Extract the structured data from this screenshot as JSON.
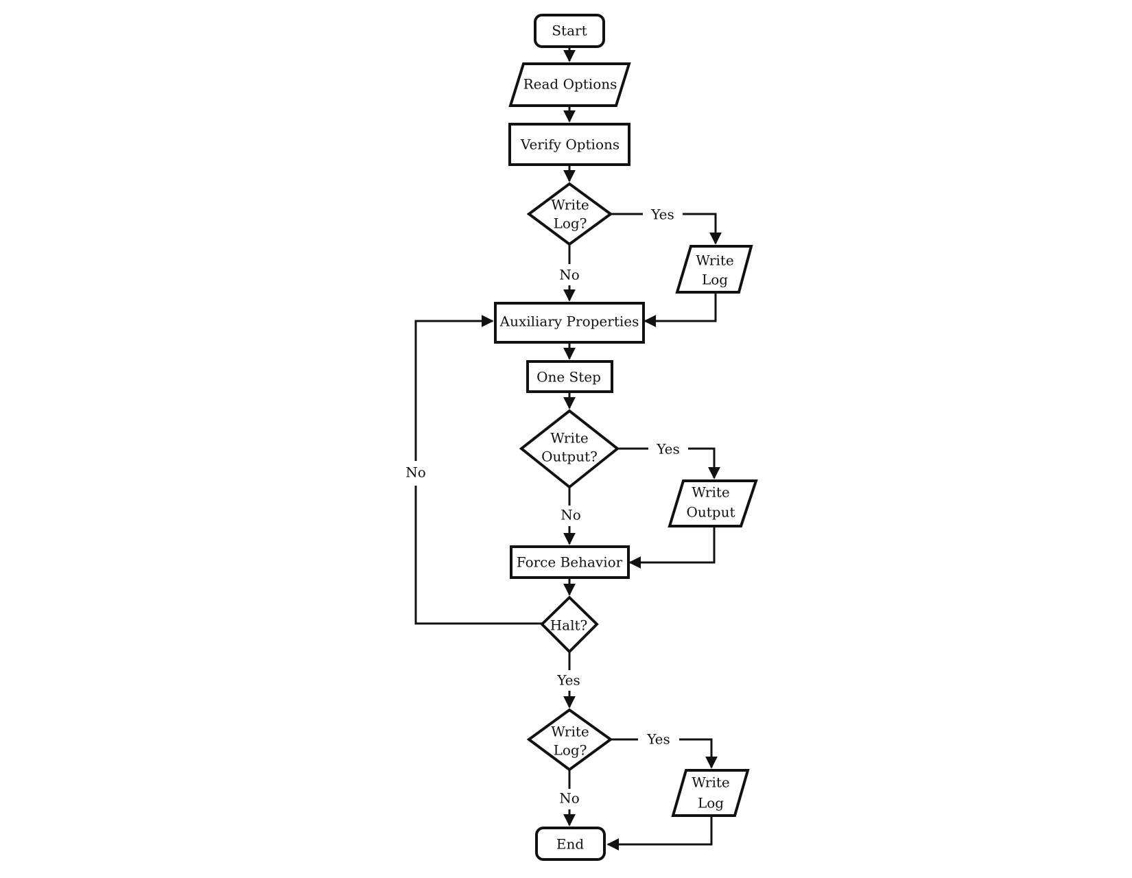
{
  "nodes": {
    "start": "Start",
    "read_options": "Read Options",
    "verify_options": "Verify Options",
    "write_log_q1": [
      "Write",
      "Log?"
    ],
    "write_log_1": [
      "Write",
      "Log"
    ],
    "auxiliary_properties": "Auxiliary Properties",
    "one_step": "One Step",
    "write_output_q": [
      "Write",
      "Output?"
    ],
    "write_output": [
      "Write",
      "Output"
    ],
    "force_behavior": "Force Behavior",
    "halt_q": "Halt?",
    "write_log_q2": [
      "Write",
      "Log?"
    ],
    "write_log_2": [
      "Write",
      "Log"
    ],
    "end": "End"
  },
  "edge_labels": {
    "log1_yes": "Yes",
    "log1_no": "No",
    "output_yes": "Yes",
    "output_no": "No",
    "halt_no": "No",
    "halt_yes": "Yes",
    "log2_yes": "Yes",
    "log2_no": "No"
  }
}
